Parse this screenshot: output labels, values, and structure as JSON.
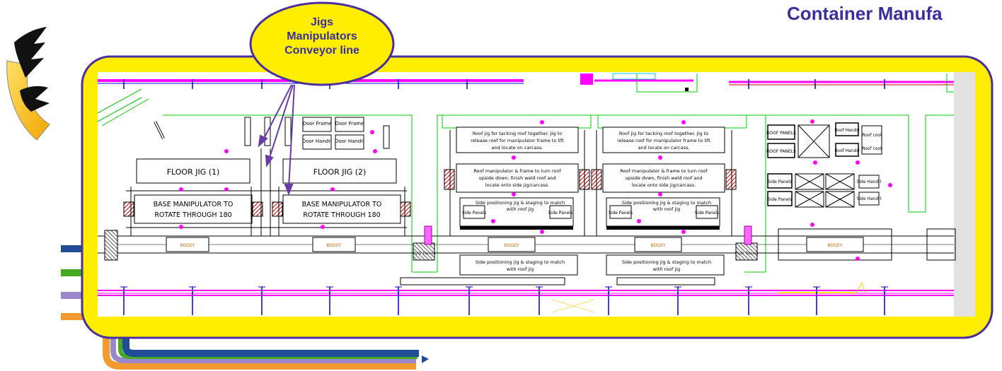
{
  "title": "Container Manufa",
  "callout": {
    "line1": "Jigs",
    "line2": "Manipulators",
    "line3": "Conveyor line"
  },
  "stations": {
    "floor_jig_1": "FLOOR JIG (1)",
    "floor_jig_2": "FLOOR JIG (2)",
    "base_manip_1a": "BASE MANIPULATOR TO",
    "base_manip_1b": "ROTATE THROUGH 180",
    "base_manip_2a": "BASE MANIPULATOR TO",
    "base_manip_2b": "ROTATE THROUGH 180",
    "bogey": "BOGEY",
    "door_frame": "Door Frame",
    "door_handrl": "Door Handrl",
    "roof_jig_a": "Roof jig for tacking roof together. Jig to",
    "roof_jig_b": "release roof for manipulator frame to lift",
    "roof_jig_c": "and locate on carcass.",
    "roof_manip_a": "Roof manipulator & frame to turn roof",
    "roof_manip_b": "upside down, finish weld roof and",
    "roof_manip_c": "locate onto side jig/carcass.",
    "side_pos_a": "Side positioning jig & staging to match",
    "side_pos_b": "with roof jig",
    "side_panel": "Side Panels",
    "roof_panels": "ROOF PANELS",
    "roof_handrl": "Roof Handrl",
    "roof_cool": "Roof cool",
    "side_handrl": "Side Handrl",
    "side_panels_b": "Side Panels",
    "hydraulic": "Hydr Panels"
  },
  "colors": {
    "frame_yellow": "#ffee00",
    "frame_border": "#4a2fa0",
    "title": "#3a2f9e",
    "magenta": "#ff00ff",
    "green": "#00cc00",
    "blue": "#0000cc",
    "hatch_red": "#cc0000"
  }
}
